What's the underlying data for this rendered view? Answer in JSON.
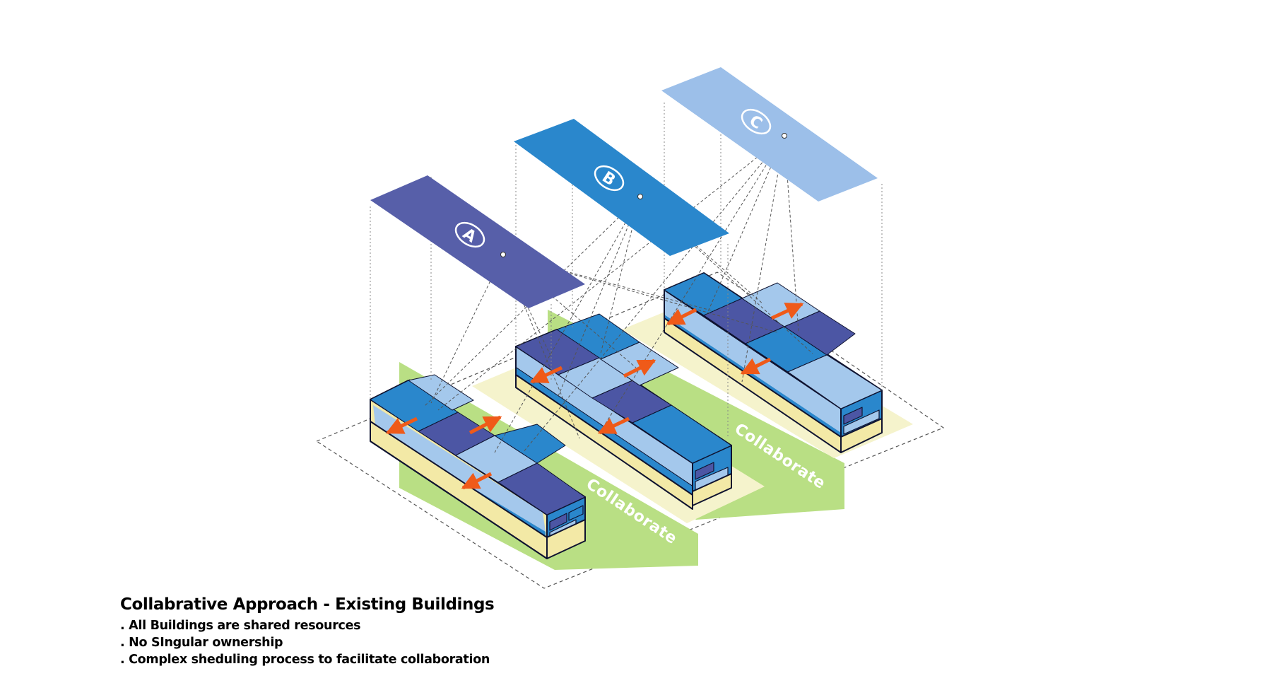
{
  "caption": {
    "title": "Collabrative Approach  - Existing Buildings",
    "bullets": [
      ".  All Buildings are shared resources",
      ".  No SIngular ownership",
      ".  Complex sheduling process to facilitate collaboration"
    ]
  },
  "owners": [
    {
      "letter": "A",
      "color": "#575fa9"
    },
    {
      "letter": "B",
      "color": "#2a87cc"
    },
    {
      "letter": "C",
      "color": "#9cbfe9"
    }
  ],
  "collaborate_labels": [
    "Collaborate",
    "Collaborate"
  ],
  "colors": {
    "green": "#b9df84",
    "cream": "#f5f3cc",
    "arrow": "#ef5a19",
    "yellow": "#f3e9a6",
    "navy": "#4c56a4",
    "blue": "#2a87cc",
    "light_blue": "#a4c8ec"
  }
}
